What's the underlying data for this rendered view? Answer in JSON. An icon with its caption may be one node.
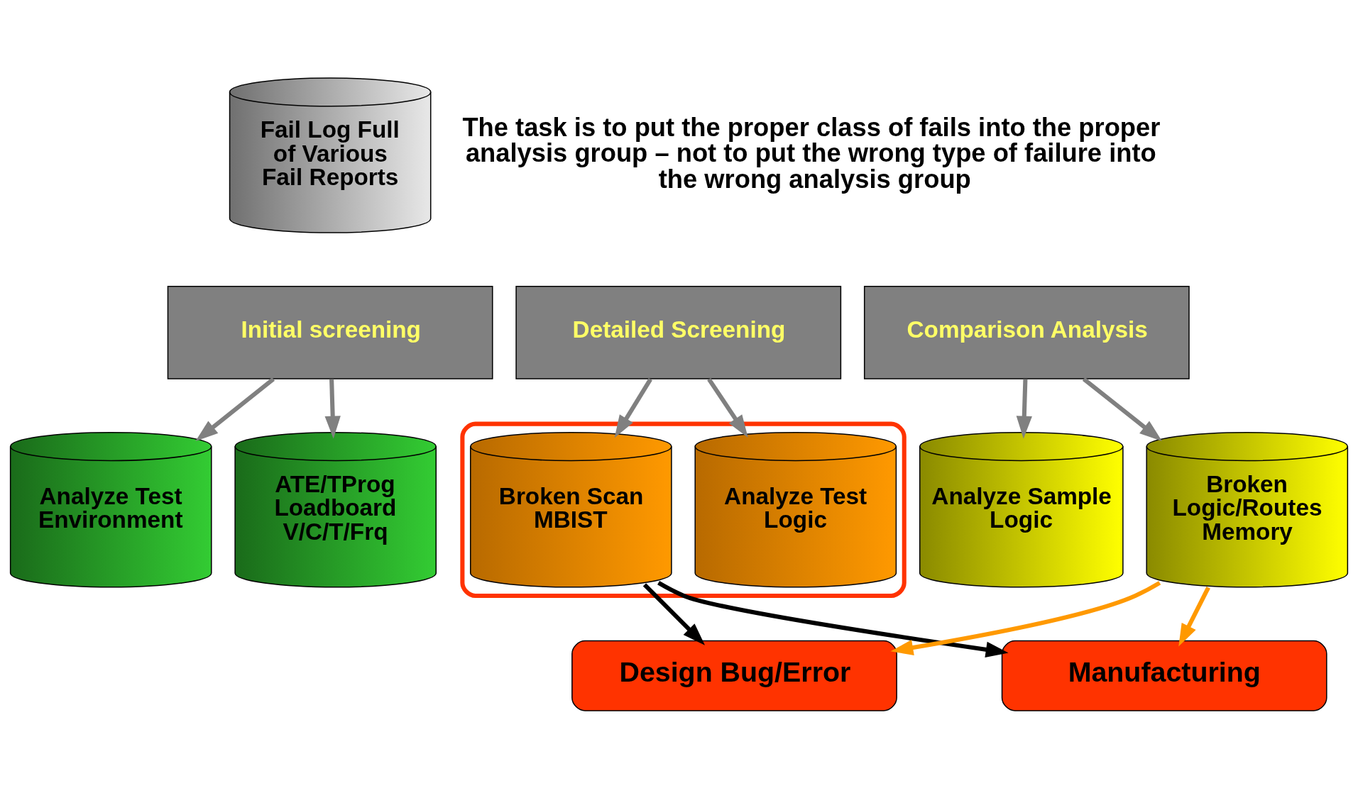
{
  "diagram": {
    "nodes": [
      {
        "text": [
          "Fail Log Full of Various Fail Reports"
        ]
      },
      {
        "text": [
          "Initial screening"
        ]
      },
      {
        "text": [
          "Detailed Screening"
        ]
      },
      {
        "text": [
          "Comparison Analysis"
        ]
      },
      {
        "text": [
          "Analyze Test Environment"
        ]
      },
      {
        "text": [
          "ATE/TProg Loadboard V/C/T/Frq"
        ]
      },
      {
        "text": [],
        "shape": "ellipse"
      },
      {
        "text": [
          "Analyze Test Logic"
        ],
        "in": 6
      },
      {
        "text": [
          "Broken Scan MBIST"
        ],
        "in": 6
      },
      {
        "text": [
          "Analyze Sample Logic"
        ]
      },
      {
        "text": [
          "Broken Logic/Routes Memory"
        ]
      },
      {
        "text": [
          "Design Bug/Error"
        ]
      },
      {
        "text": [
          "Manufacturing"
        ]
      }
    ],
    "edges": [
      {
        "from": 1,
        "to": 4,
        "arrow": "to"
      },
      {
        "from": 1,
        "to": 5,
        "arrow": "to"
      },
      {
        "from": 2,
        "to": 7,
        "arrow": "to"
      },
      {
        "from": 2,
        "to": 8,
        "arrow": "to"
      },
      {
        "from": 3,
        "to": 9,
        "arrow": "to"
      },
      {
        "from": 3,
        "to": 10,
        "arrow": "to"
      },
      {
        "from": 10,
        "to": 11,
        "arrow": "to",
        "color": "#ff9900"
      },
      {
        "from": 10,
        "to": 12,
        "arrow": "to",
        "color": "#ff9900"
      },
      {
        "from": 8,
        "to": 11,
        "arrow": "to",
        "color": "#000000"
      },
      {
        "from": 8,
        "to": 12,
        "arrow": "to",
        "color": "#000000"
      }
    ],
    "labels": [
      "The task is to put the proper class of fails into the proper analysis group – not to put the wrong type of failure into the wrong analysis group"
    ]
  }
}
